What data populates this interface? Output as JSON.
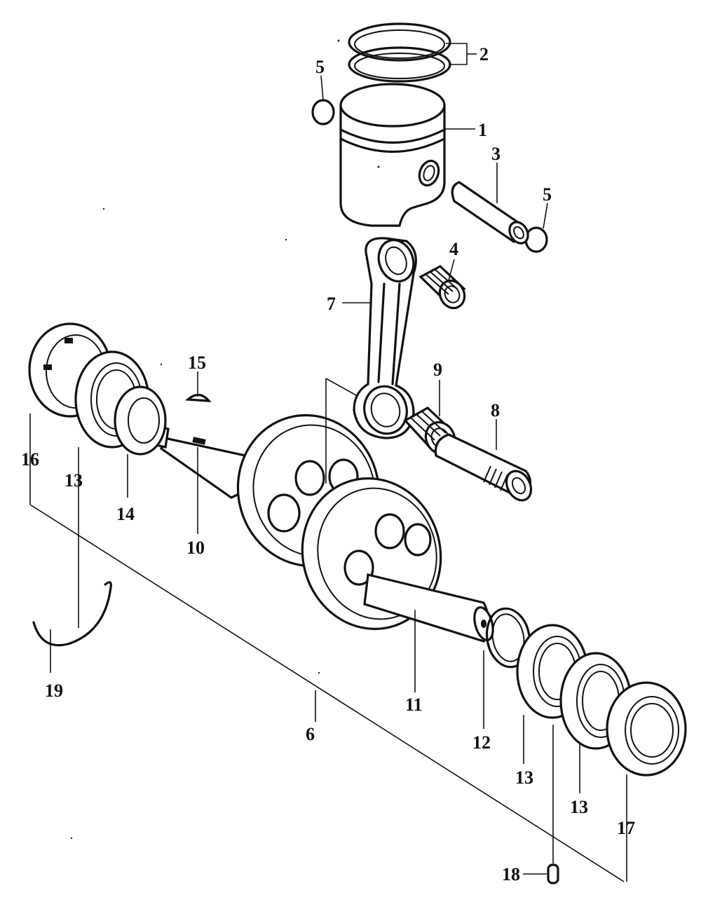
{
  "callouts": [
    {
      "id": "1",
      "label": "1"
    },
    {
      "id": "2",
      "label": "2"
    },
    {
      "id": "3",
      "label": "3"
    },
    {
      "id": "4",
      "label": "4"
    },
    {
      "id": "5a",
      "label": "5"
    },
    {
      "id": "5b",
      "label": "5"
    },
    {
      "id": "6",
      "label": "6"
    },
    {
      "id": "7",
      "label": "7"
    },
    {
      "id": "8",
      "label": "8"
    },
    {
      "id": "9",
      "label": "9"
    },
    {
      "id": "10",
      "label": "10"
    },
    {
      "id": "11",
      "label": "11"
    },
    {
      "id": "12",
      "label": "12"
    },
    {
      "id": "13a",
      "label": "13"
    },
    {
      "id": "13b",
      "label": "13"
    },
    {
      "id": "13c",
      "label": "13"
    },
    {
      "id": "14",
      "label": "14"
    },
    {
      "id": "15",
      "label": "15"
    },
    {
      "id": "16",
      "label": "16"
    },
    {
      "id": "17",
      "label": "17"
    },
    {
      "id": "18",
      "label": "18"
    },
    {
      "id": "19",
      "label": "19"
    }
  ]
}
